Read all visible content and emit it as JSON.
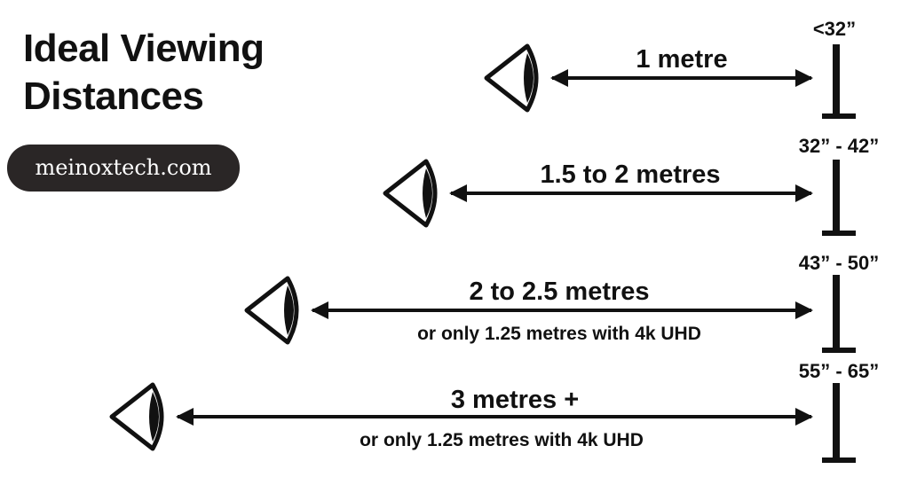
{
  "title": {
    "line1": "Ideal Viewing",
    "line2": "Distances"
  },
  "badge": "meinoxtech.com",
  "rows": [
    {
      "distance": "1 metre",
      "note": "",
      "screen_size": "<32”"
    },
    {
      "distance": "1.5 to 2 metres",
      "note": "",
      "screen_size": "32” - 42”"
    },
    {
      "distance": "2 to 2.5 metres",
      "note": "or only 1.25 metres with 4k UHD",
      "screen_size": "43” - 50”"
    },
    {
      "distance": "3 metres +",
      "note": "or only 1.25 metres with 4k UHD",
      "screen_size": "55” - 65”"
    }
  ],
  "icons": {
    "viewer": "eye-icon",
    "screen": "tv-side-icon"
  },
  "colors": {
    "ink": "#111111",
    "badge_bg": "#2a2626",
    "badge_text": "#ffffff",
    "background": "#ffffff"
  }
}
